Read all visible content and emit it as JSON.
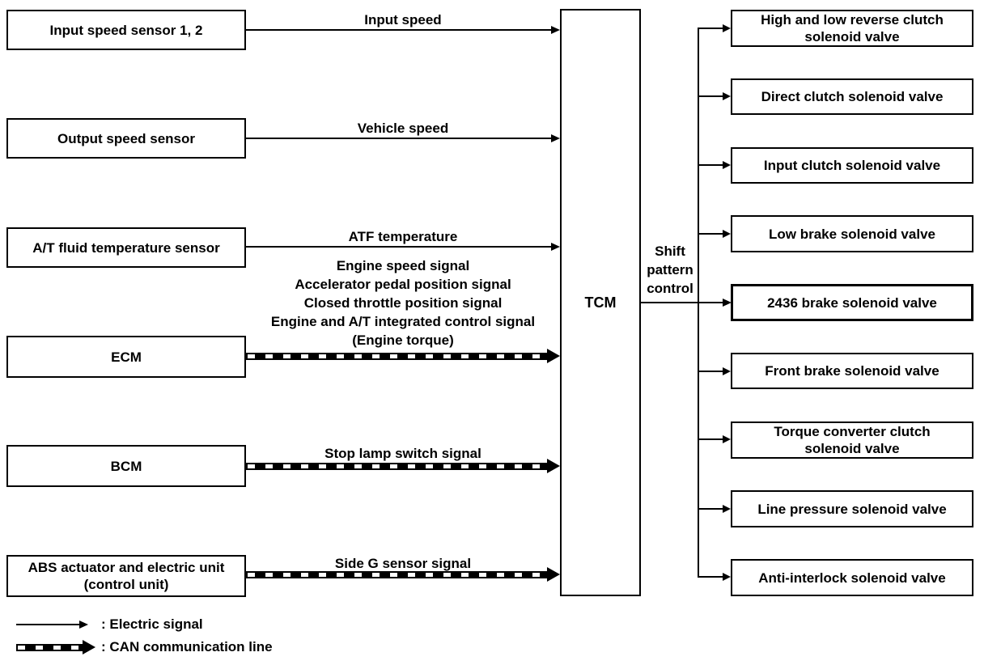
{
  "colors": {
    "foreground": "#000000",
    "background": "#ffffff"
  },
  "tcm_label": "TCM",
  "shift_pattern_label": "Shift pattern control",
  "left_boxes": [
    {
      "label": "Input speed sensor 1, 2"
    },
    {
      "label": "Output speed sensor"
    },
    {
      "label": "A/T fluid temperature sensor"
    },
    {
      "label": "ECM"
    },
    {
      "label": "BCM"
    },
    {
      "label": "ABS actuator and electric unit (control unit)"
    }
  ],
  "signals": [
    {
      "type": "electric",
      "label": "Input speed"
    },
    {
      "type": "electric",
      "label": "Vehicle speed"
    },
    {
      "type": "electric",
      "label": "ATF temperature"
    },
    {
      "type": "can",
      "lines": [
        "Engine speed signal",
        "Accelerator pedal position signal",
        "Closed throttle position signal",
        "Engine and A/T integrated control signal",
        "(Engine torque)"
      ]
    },
    {
      "type": "can",
      "label": "Stop lamp switch signal"
    },
    {
      "type": "can",
      "label": "Side G sensor signal"
    }
  ],
  "right_boxes": [
    {
      "label": "High and low reverse clutch solenoid valve"
    },
    {
      "label": "Direct clutch solenoid valve"
    },
    {
      "label": "Input clutch solenoid valve"
    },
    {
      "label": "Low brake solenoid valve"
    },
    {
      "label": "2436 brake solenoid valve"
    },
    {
      "label": "Front brake solenoid valve"
    },
    {
      "label": "Torque converter clutch solenoid valve"
    },
    {
      "label": "Line pressure solenoid valve"
    },
    {
      "label": "Anti-interlock solenoid valve"
    }
  ],
  "legend": {
    "electric": ": Electric signal",
    "can": ": CAN communication line"
  }
}
